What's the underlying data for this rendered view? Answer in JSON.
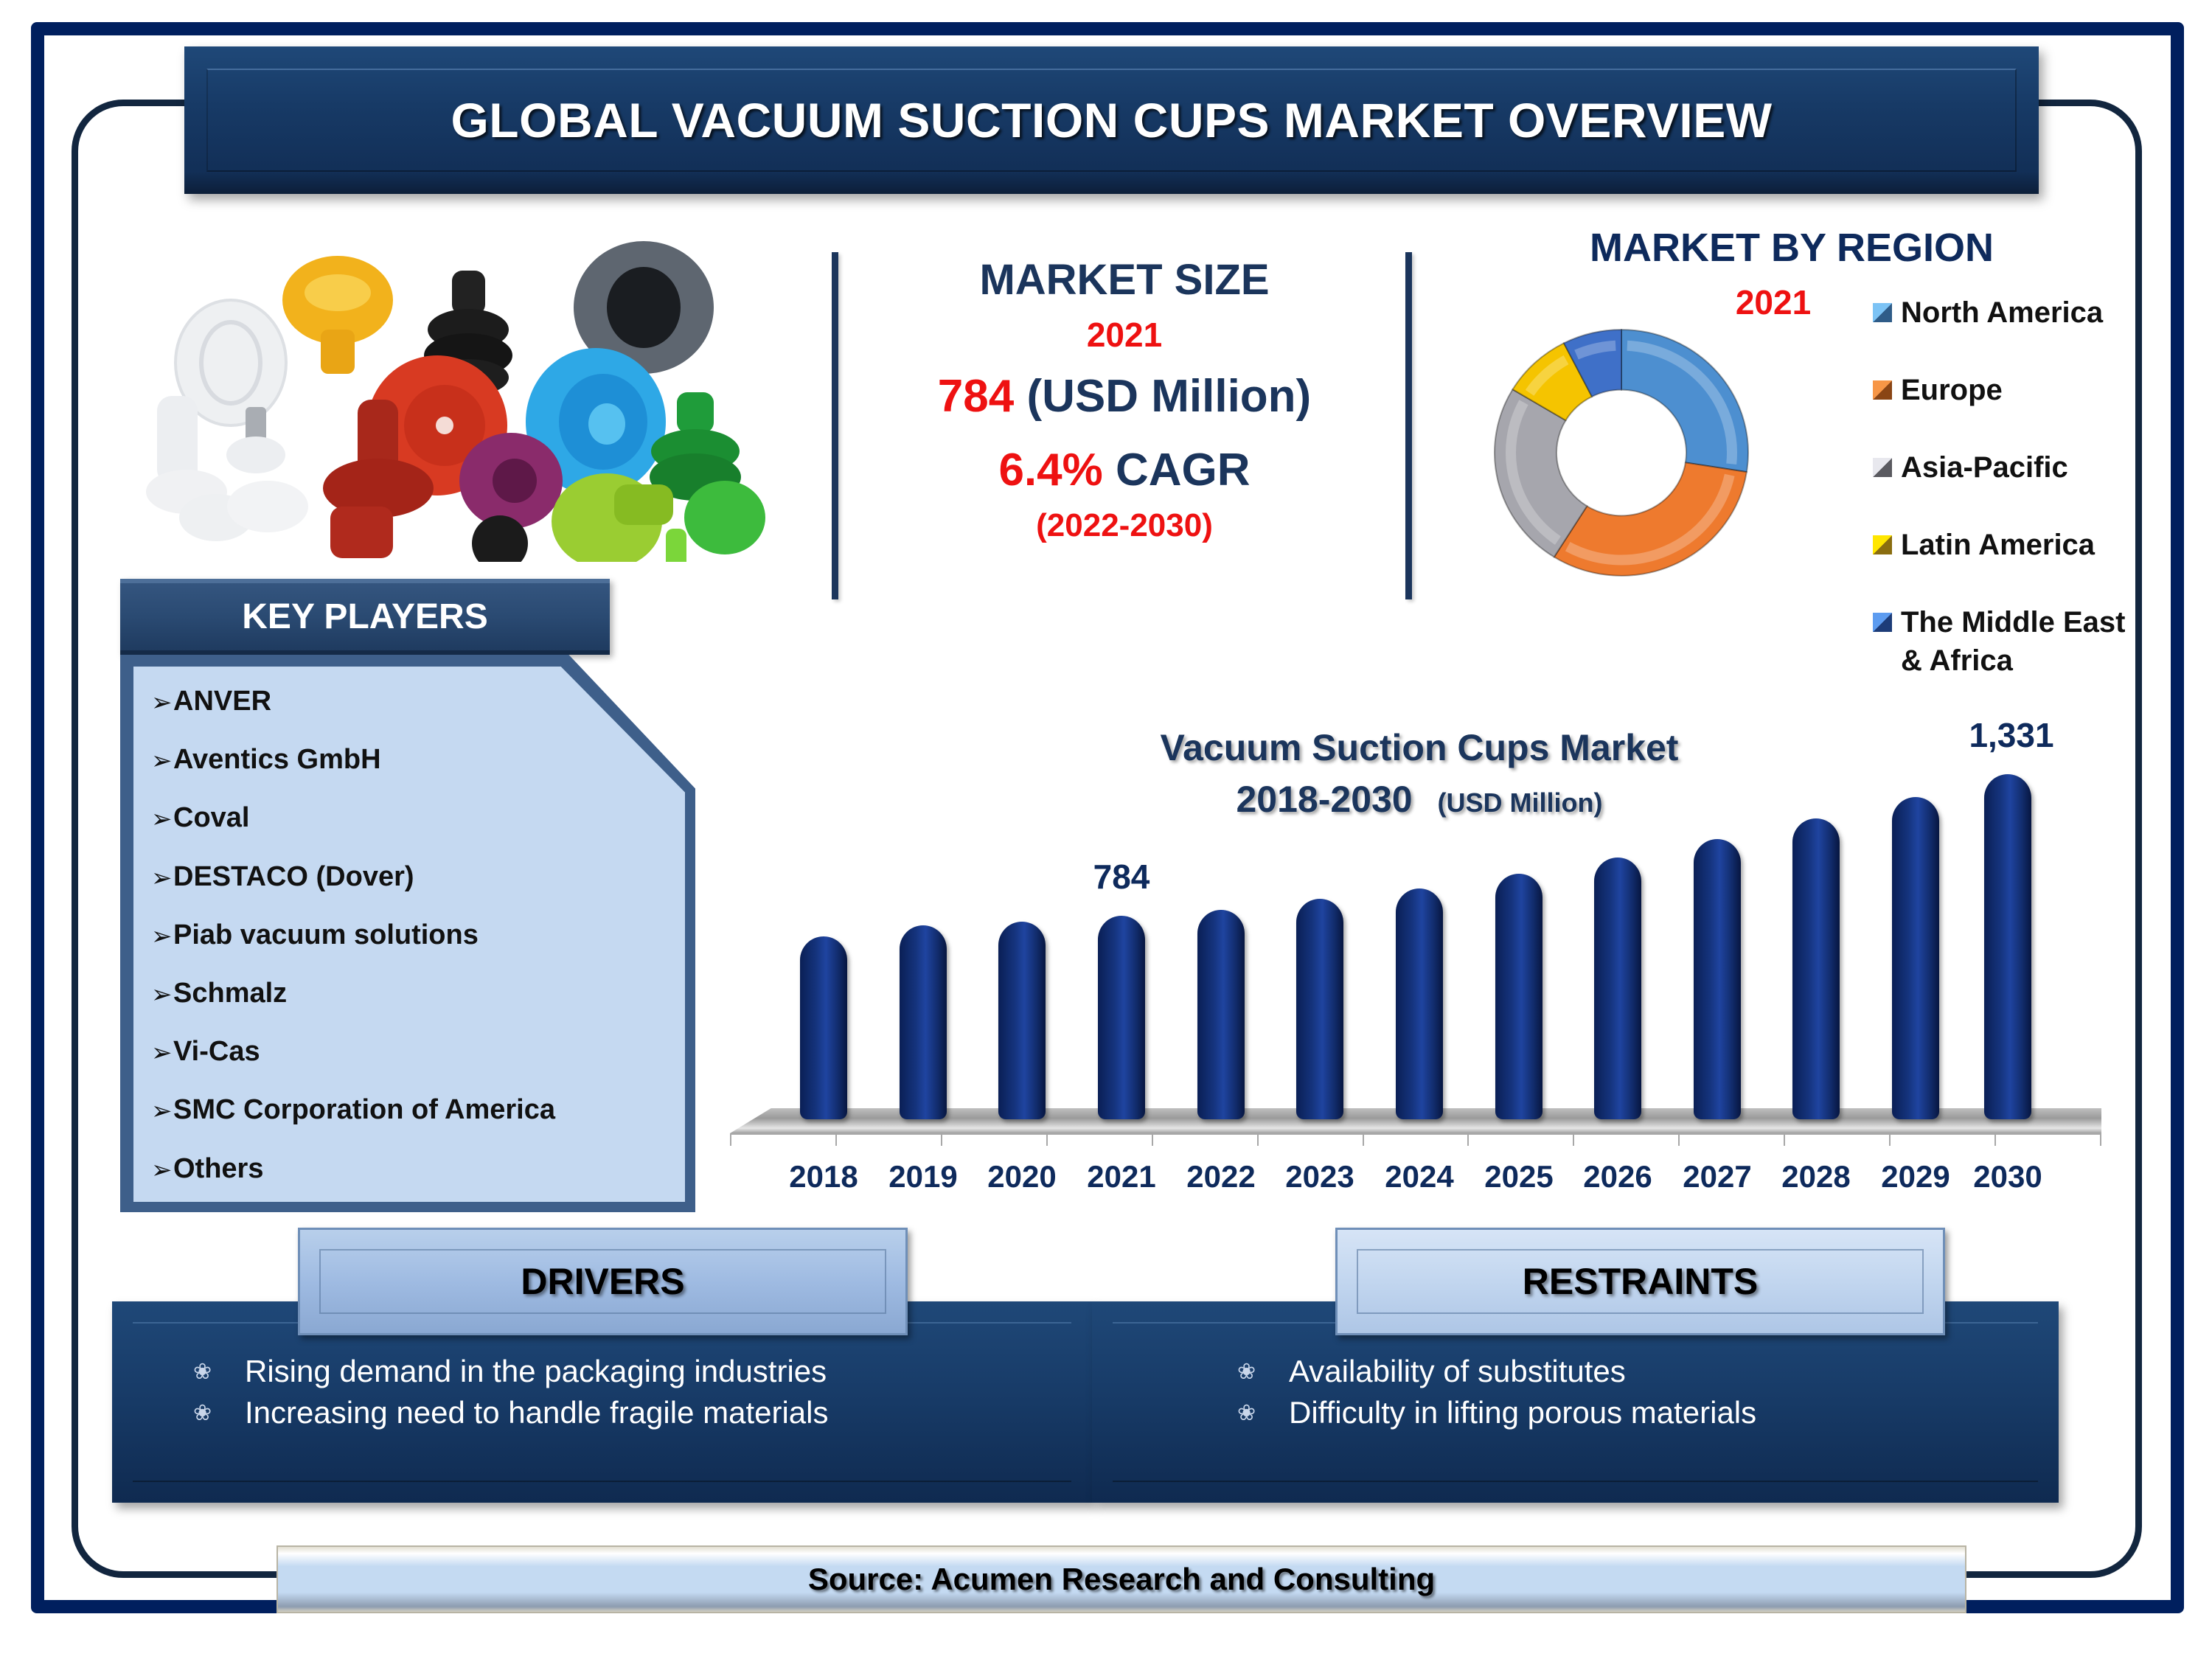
{
  "header": {
    "title": "GLOBAL VACUUM SUCTION CUPS MARKET OVERVIEW"
  },
  "product_image": {
    "alt": "assorted vacuum suction cups"
  },
  "market_size": {
    "title": "MARKET SIZE",
    "year": "2021",
    "value": "784",
    "unit": "(USD Million)",
    "cagr_value": "6.4%",
    "cagr_label": "CAGR",
    "cagr_period": "(2022-2030)"
  },
  "region": {
    "title": "MARKET BY REGION",
    "year": "2021",
    "legend": [
      {
        "label": "North America",
        "color": "#5b9bd5"
      },
      {
        "label": "Europe",
        "color": "#ed7d31"
      },
      {
        "label": "Asia-Pacific",
        "color": "#a5a5a5"
      },
      {
        "label": "Latin America",
        "color": "#ffc000"
      },
      {
        "label": "The Middle East",
        "label2": "& Africa",
        "color": "#4472c4"
      }
    ]
  },
  "key_players": {
    "title": "KEY PLAYERS",
    "bullet_icon": "arrow-bullet-icon",
    "items": [
      "ANVER",
      "Aventics GmbH",
      "Coval",
      "DESTACO (Dover)",
      "Piab vacuum solutions",
      "Schmalz",
      "Vi-Cas",
      "SMC Corporation of America",
      "Others"
    ]
  },
  "chart": {
    "title": "Vacuum Suction Cups Market",
    "subtitle_years": "2018-2030",
    "subtitle_unit": "(USD Million)",
    "label_2021": "784",
    "label_2030": "1,331"
  },
  "drivers": {
    "title": "DRIVERS",
    "items": [
      "Rising demand in the packaging industries",
      "Increasing need to handle fragile materials"
    ]
  },
  "restraints": {
    "title": "RESTRAINTS",
    "items": [
      "Availability of substitutes",
      "Difficulty in lifting porous materials"
    ]
  },
  "footer": {
    "source": "Source: Acumen Research and Consulting"
  },
  "colors": {
    "navy": "#1b355c",
    "frame": "#001f5e",
    "accent_red": "#ee1111",
    "bar": "#15347e",
    "light_panel": "#c5d9f1"
  },
  "chart_data": [
    {
      "type": "bar",
      "title": "Vacuum Suction Cups Market 2018-2030 (USD Million)",
      "xlabel": "",
      "ylabel": "USD Million",
      "categories": [
        "2018",
        "2019",
        "2020",
        "2021",
        "2022",
        "2023",
        "2024",
        "2025",
        "2026",
        "2027",
        "2028",
        "2029",
        "2030"
      ],
      "values": [
        704,
        748,
        762,
        784,
        809,
        849,
        890,
        948,
        1009,
        1082,
        1159,
        1244,
        1331
      ],
      "data_labels": {
        "2021": "784",
        "2030": "1,331"
      },
      "grid": false,
      "ylim": [
        0,
        1400
      ]
    },
    {
      "type": "pie",
      "title": "MARKET BY REGION 2021",
      "style": "donut",
      "categories": [
        "North America",
        "Europe",
        "Asia-Pacific",
        "Latin America",
        "The Middle East & Africa"
      ],
      "values": [
        27.5,
        31.4,
        24.7,
        8.9,
        7.5
      ],
      "colors": [
        "#5b9bd5",
        "#ed7d31",
        "#a5a5a5",
        "#ffc000",
        "#4472c4"
      ],
      "legend_position": "right"
    }
  ]
}
